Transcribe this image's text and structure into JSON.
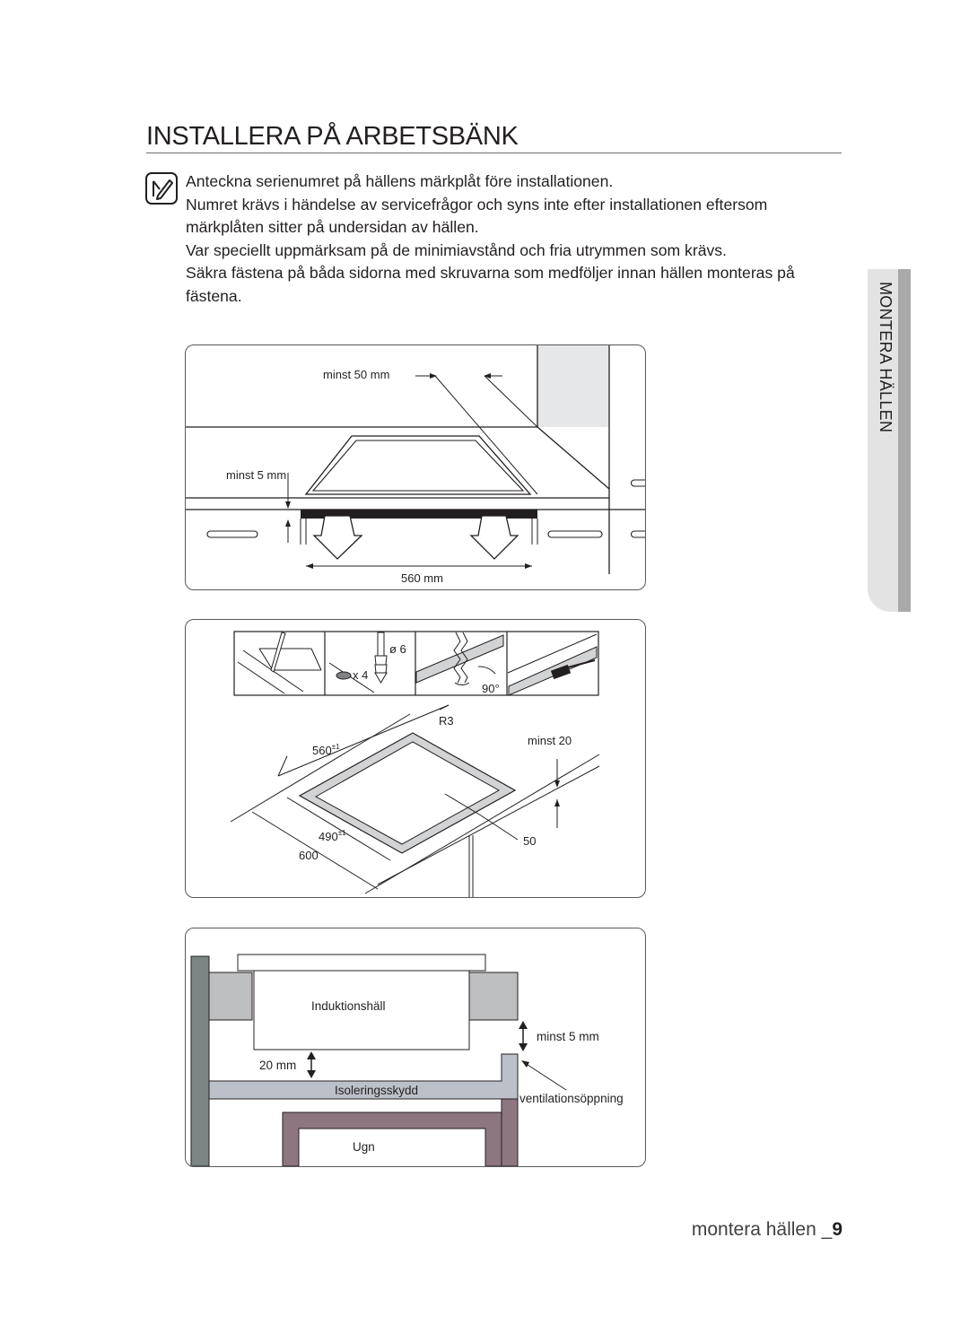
{
  "page": {
    "title": "INSTALLERA PÅ ARBETSBÄNK",
    "side_tab": "MONTERA HÄLLEN",
    "footer_section": "montera hällen _",
    "footer_page": "9"
  },
  "note": {
    "icon": "note-pencil-icon",
    "paragraphs": [
      "Anteckna serienumret på hällens märkplåt före installationen.",
      "Numret krävs i händelse av servicefrågor och syns inte efter installationen eftersom märkplåten sitter på undersidan av hällen.",
      "Var speciellt uppmärksam på de minimiavstånd och fria utrymmen som krävs.",
      "Säkra fästena på båda sidorna med skruvarna som medföljer innan hällen monteras på fästena."
    ]
  },
  "figure1": {
    "label_top": "minst 50 mm",
    "label_side": "minst 5 mm",
    "label_width": "560 mm"
  },
  "figure2": {
    "drill_size": "ø 6",
    "count": "x 4",
    "angle": "90°",
    "radius": "R3",
    "width": "560",
    "width_tol": "±1",
    "depth": "490",
    "depth_tol": "±1",
    "worktop": "600",
    "min_edge": "minst 20",
    "back": "50"
  },
  "figure3": {
    "hob": "Induktionshäll",
    "gap": "20 mm",
    "min_gap": "minst 5 mm",
    "insulation": "Isoleringsskydd",
    "vent": "ventilationsöppning",
    "oven": "Ugn"
  }
}
